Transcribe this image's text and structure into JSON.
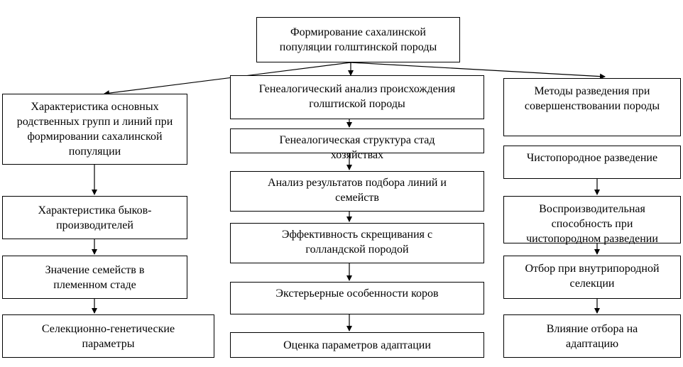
{
  "root": "Формирование сахалинской популяции голштинской породы",
  "left": [
    "Характеристика основных родственных групп и линий при формировании сахалинской популяции",
    "Характеристика быков-производителей",
    "Значение семейств в племенном стаде",
    "Селекционно-генетические параметры"
  ],
  "middle": [
    "Генеалогический анализ происхождения голштиской породы",
    "Генеалогическая структура стад хозяйствах",
    "Анализ результатов подбора линий и семейств",
    "Эффективность скрещивания с голландской породой",
    "Экстерьерные особенности коров",
    "Оценка параметров адаптации"
  ],
  "right": [
    "Методы разведения при совершенствовании породы",
    "Чистопородное разведение",
    "Воспроизводительная способность при чистопородном разведении",
    "Отбор при внутрипородной селекции",
    "Влияние отбора на адаптацию"
  ]
}
